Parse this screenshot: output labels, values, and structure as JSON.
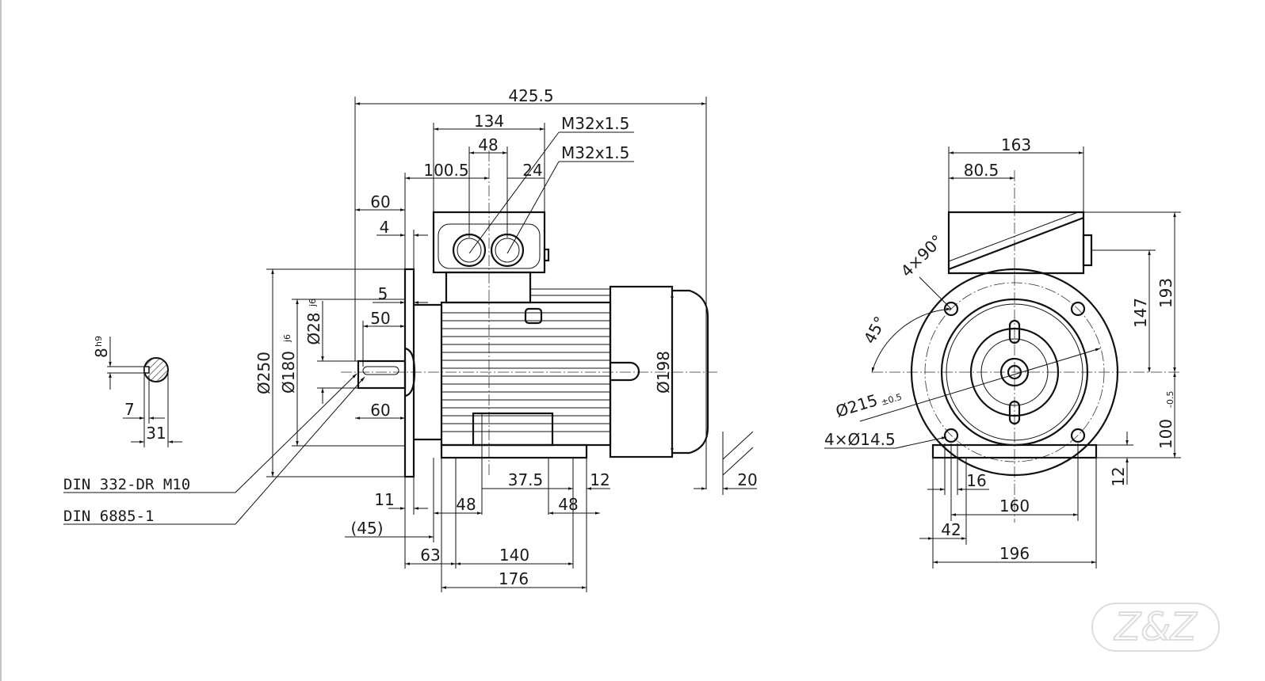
{
  "side_view": {
    "dims": {
      "overall_length": "425.5",
      "terminal_box_length": "134",
      "gland_spacing": "48",
      "flange_to_box_center": "100.5",
      "box_offset": "24",
      "shaft_length_top": "60",
      "flange_thickness": "4",
      "spigot": "5",
      "key_length": "50",
      "shaft_length_bottom": "60",
      "flange_dia": "Ø250",
      "spigot_dia": "Ø180",
      "spigot_tol": "j6",
      "shaft_dia": "Ø28",
      "shaft_tol": "j6",
      "body_dia": "Ø198",
      "gland_1": "M32x1.5",
      "gland_2": "M32x1.5",
      "dim_11": "11",
      "dim_45": "(45)",
      "dim_63": "63",
      "dim_140": "140",
      "dim_176": "176",
      "dim_48_left": "48",
      "dim_48_right": "48",
      "dim_37_5": "37.5",
      "dim_12": "12",
      "dim_20": "20"
    },
    "notes": {
      "center_hole": "DIN 332-DR M10",
      "key": "DIN 6885-1"
    }
  },
  "shaft_section": {
    "key_width": "8",
    "key_tol": "h9",
    "key_depth": "7",
    "shaft_height": "31"
  },
  "front_view": {
    "dims": {
      "box_width": "163",
      "box_half": "80.5",
      "total_height": "193",
      "box_height": "147",
      "shaft_height": "100",
      "shaft_height_tol": "-0.5",
      "foot_thickness": "12",
      "bolt_circle": "Ø215",
      "bolt_circle_tol": "±0.5",
      "holes": "4×Ø14.5",
      "angle": "45°",
      "hole_pattern": "4×90°",
      "dim_16": "16",
      "foot_spacing": "160",
      "dim_42": "42",
      "foot_width": "196"
    }
  },
  "watermark": "Z&Z"
}
